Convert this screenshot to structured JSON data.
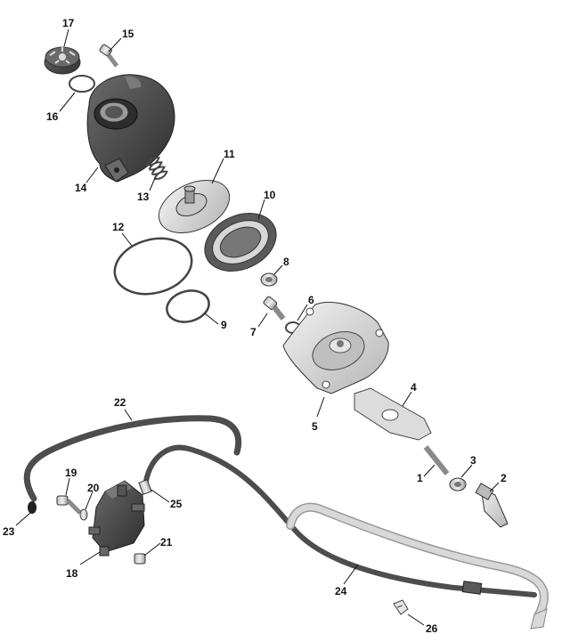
{
  "callouts": {
    "c1": "1",
    "c2": "2",
    "c3": "3",
    "c4": "4",
    "c5": "5",
    "c6": "6",
    "c7": "7",
    "c8": "8",
    "c9": "9",
    "c10": "10",
    "c11": "11",
    "c12": "12",
    "c13": "13",
    "c14": "14",
    "c15": "15",
    "c16": "16",
    "c17": "17",
    "c18": "18",
    "c19": "19",
    "c20": "20",
    "c21": "21",
    "c22": "22",
    "c23": "23",
    "c24": "24",
    "c25": "25",
    "c26": "26"
  },
  "colors": {
    "dark_housing": "#4a4a4a",
    "light_part": "#d4d4d4",
    "hose_dark": "#4d4d4d",
    "hose_light": "#d8d8d8",
    "hose_light_edge": "#9a9a9a",
    "label_ink": "#111111"
  }
}
